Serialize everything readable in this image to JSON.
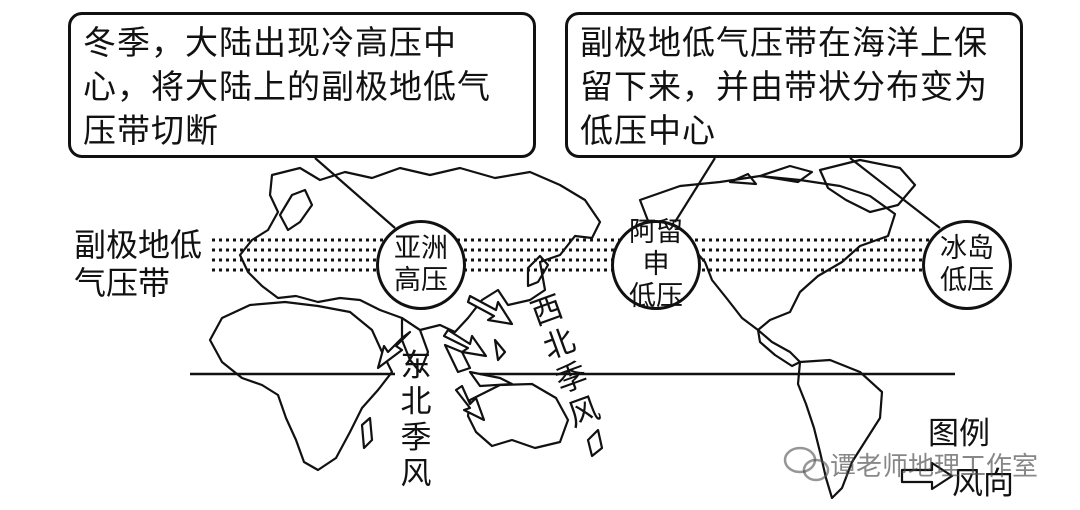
{
  "callouts": {
    "left": "冬季，大陆出现冷高压中心，将大陆上的副极地低气压带切断",
    "right": "副极地低气压带在海洋上保留下来，并由带状分布变为低压中心"
  },
  "belt_label": {
    "line1": "副极地低",
    "line2": "气压带"
  },
  "pressure_centers": {
    "asia_high": [
      "亚洲",
      "高压"
    ],
    "aleutian_low": [
      "阿留申",
      "低压"
    ],
    "iceland_low": [
      "冰岛",
      "低压"
    ]
  },
  "monsoons": {
    "northeast": [
      "东",
      "北",
      "季",
      "风"
    ],
    "northwest": [
      "西",
      "北",
      "季",
      "风"
    ]
  },
  "legend": {
    "title": "图例",
    "wind_label": "风向"
  },
  "watermark": "谭老师地理工作室",
  "icons": [
    "wind-arrow-icon",
    "wechat-icon"
  ],
  "colors": {
    "ink": "#111111",
    "paper": "#ffffff"
  }
}
